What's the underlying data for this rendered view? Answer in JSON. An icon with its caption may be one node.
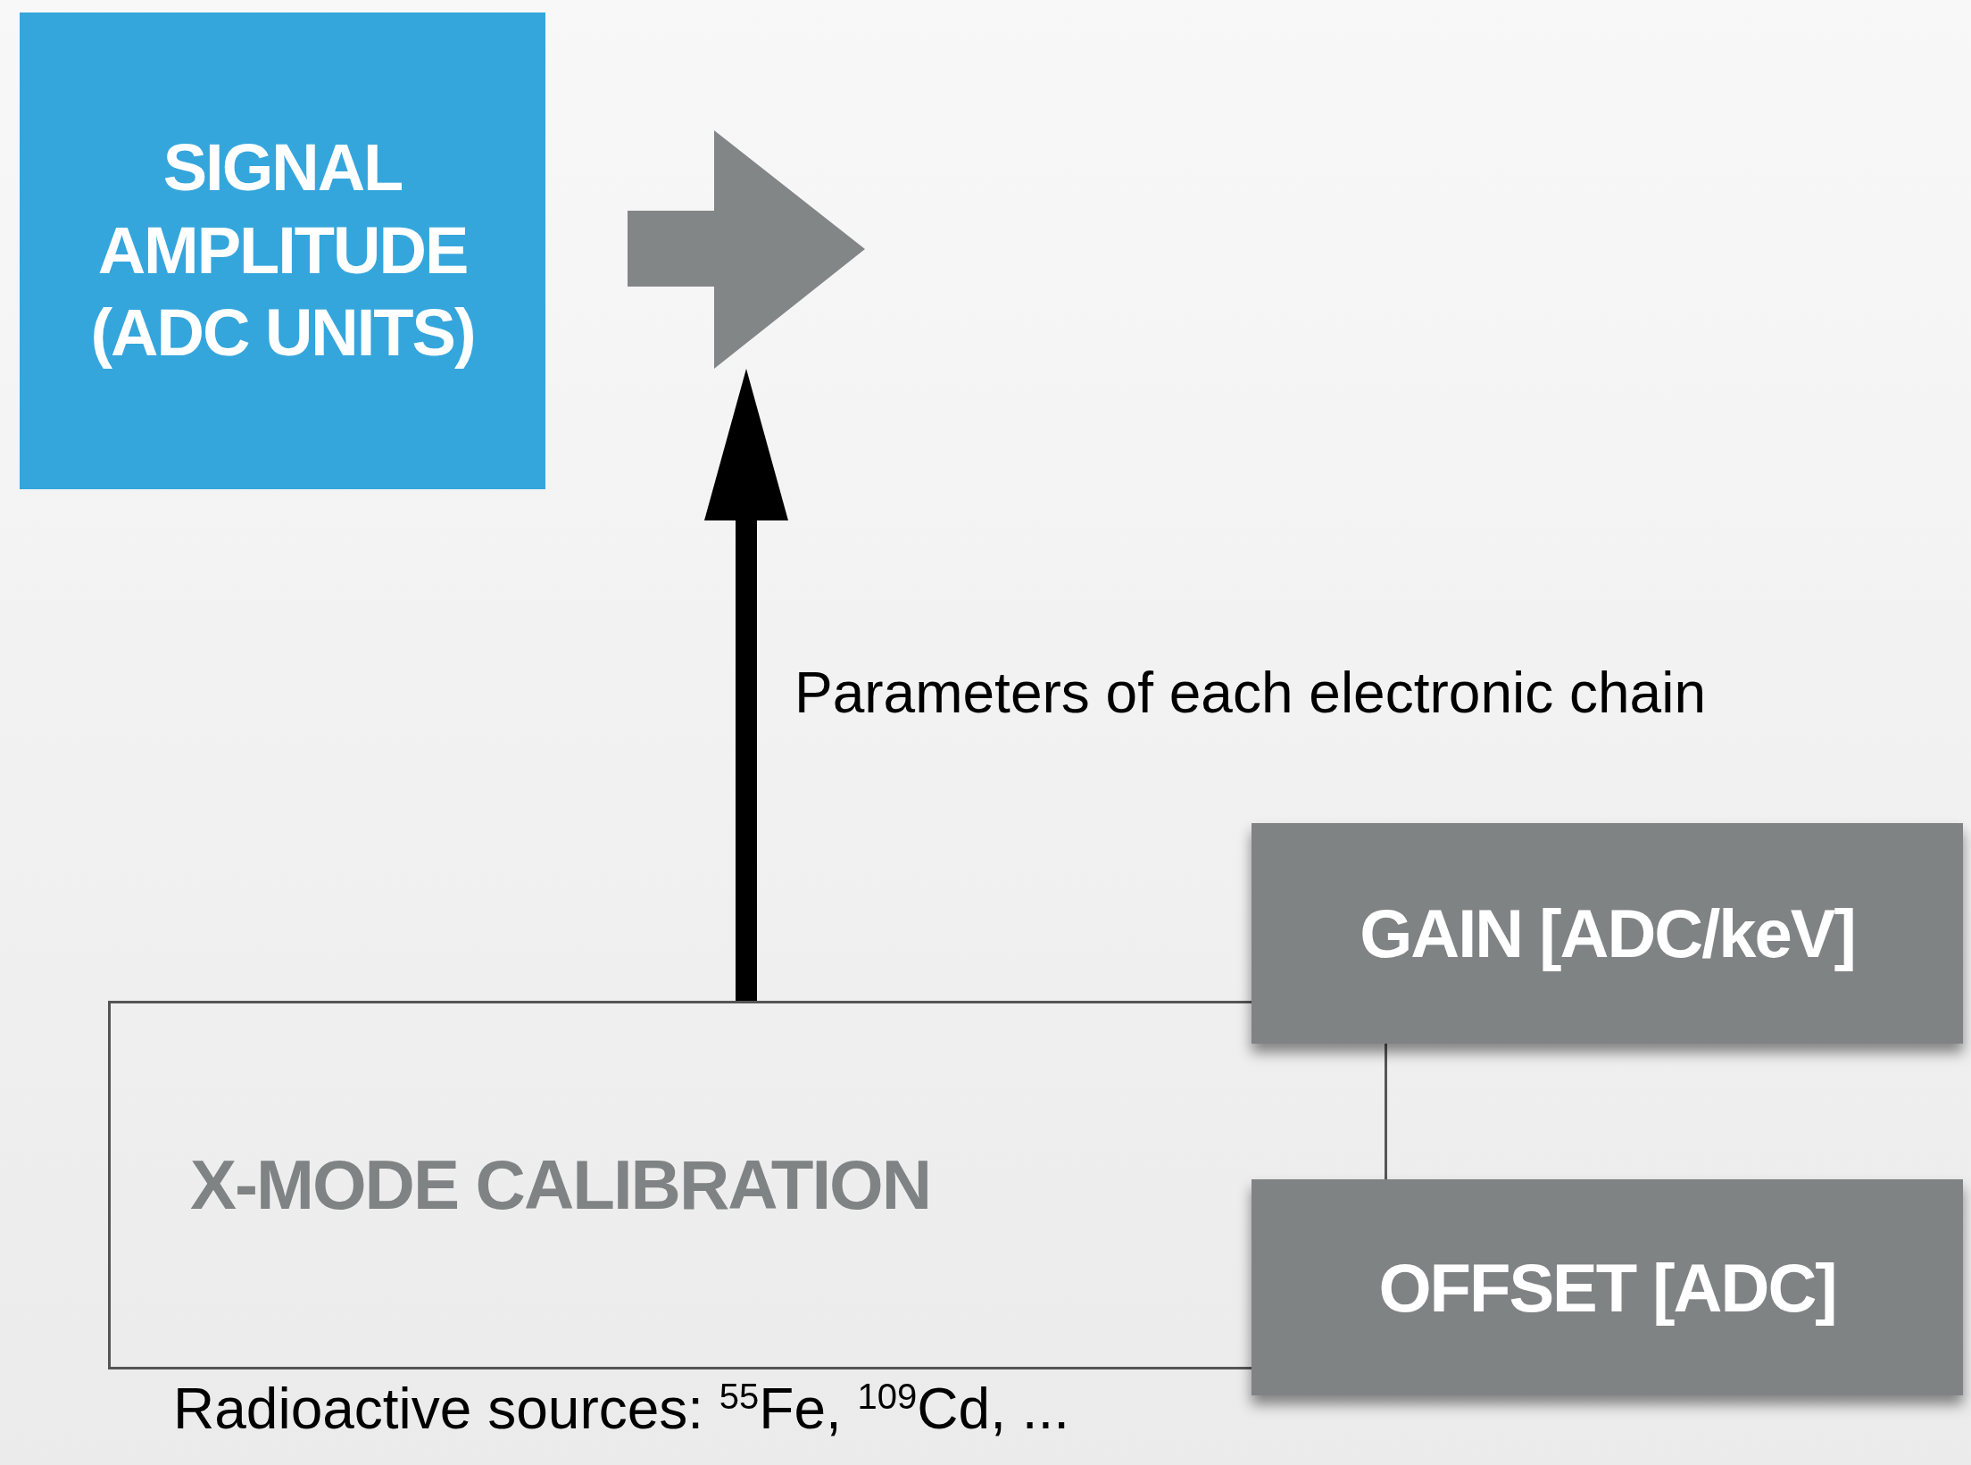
{
  "diagram": {
    "nodes": [
      {
        "text": [
          "SIGNAL AMPLITUDE (ADC UNITS)"
        ]
      },
      {
        "text": [],
        "shape": "arrow"
      },
      {
        "text": [
          "X-MODE CALIBRATION"
        ],
        "beside": [
          "Radioactive sources: $^{55}$Fe, $^{109}$Cd, ..."
        ]
      },
      {
        "text": [
          "GAIN [ADC/keV]"
        ]
      },
      {
        "text": [
          "OFFSET [ADC]"
        ]
      }
    ],
    "edges": [
      {
        "from": 2,
        "to": 1,
        "arrow": "to",
        "label": "Parameters of each electronic chain"
      }
    ]
  }
}
